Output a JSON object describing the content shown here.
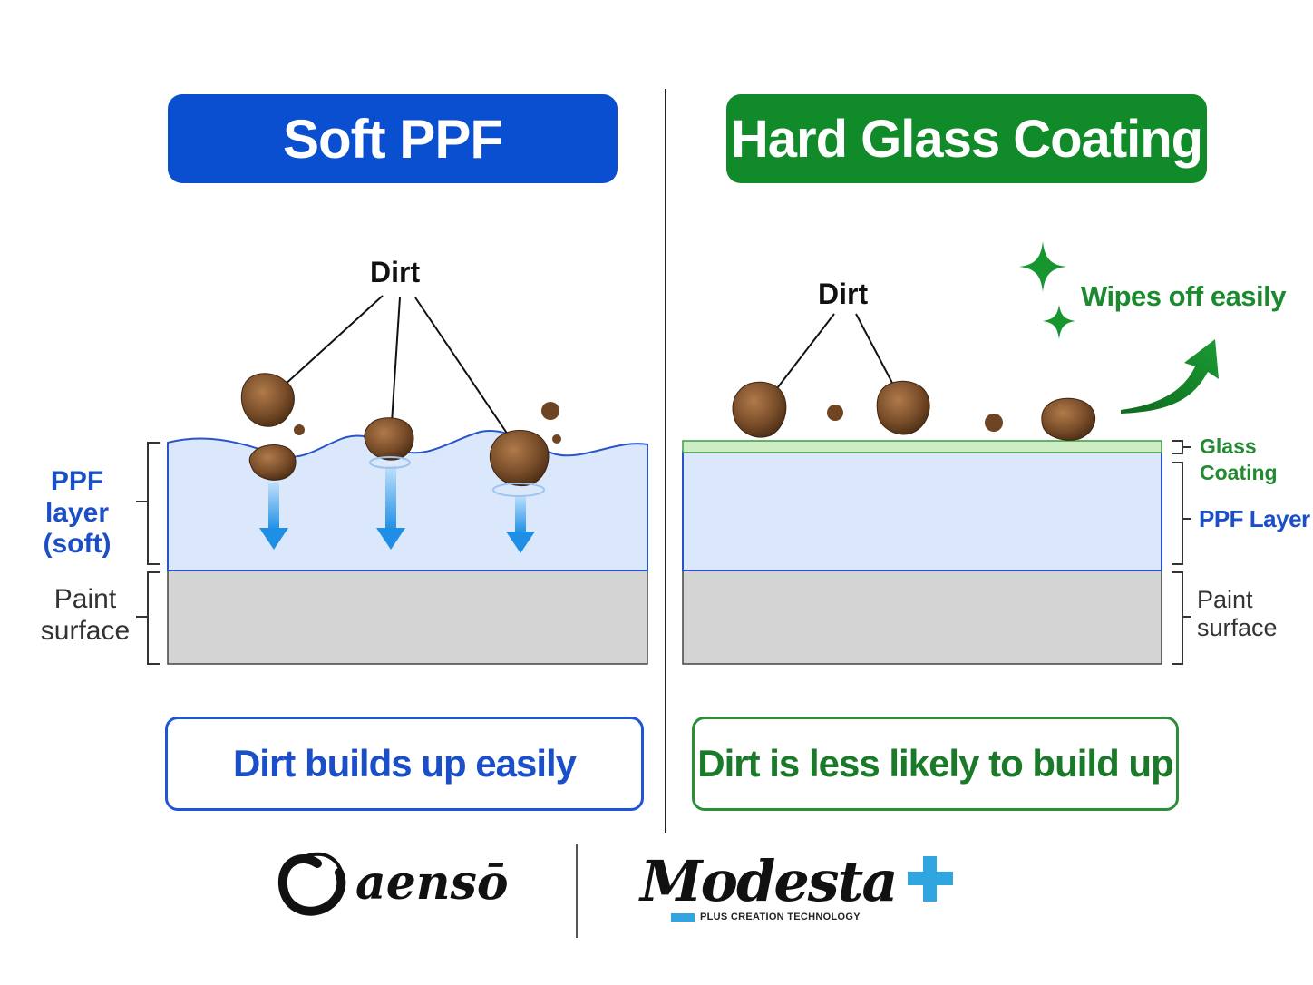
{
  "left": {
    "title": "Soft PPF",
    "dirt_label": "Dirt",
    "layer_label_line1": "PPF layer",
    "layer_label_line2": "(soft)",
    "paint_label_line1": "Paint",
    "paint_label_line2": "surface",
    "caption": "Dirt builds up easily",
    "color": "#0b4fd1"
  },
  "right": {
    "title": "Hard Glass Coating",
    "dirt_label": "Dirt",
    "wipe_label": "Wipes off easily",
    "coating_label_line1": "Glass",
    "coating_label_line2": "Coating",
    "layer_label": "PPF Layer",
    "paint_label_line1": "Paint",
    "paint_label_line2": "surface",
    "caption": "Dirt is less likely to build up",
    "color": "#118a2a"
  },
  "logos": {
    "aenso": "aensō",
    "modesta": "Modesta",
    "modesta_tagline": "PLUS CREATION TECHNOLOGY",
    "registered": "®"
  },
  "colors": {
    "ppf_fill": "#dbe8fb",
    "paint_fill": "#d4d4d4",
    "coating_fill": "#cdeec4",
    "arrow": "#2a9be8",
    "dirt": "#7a4e2a"
  }
}
